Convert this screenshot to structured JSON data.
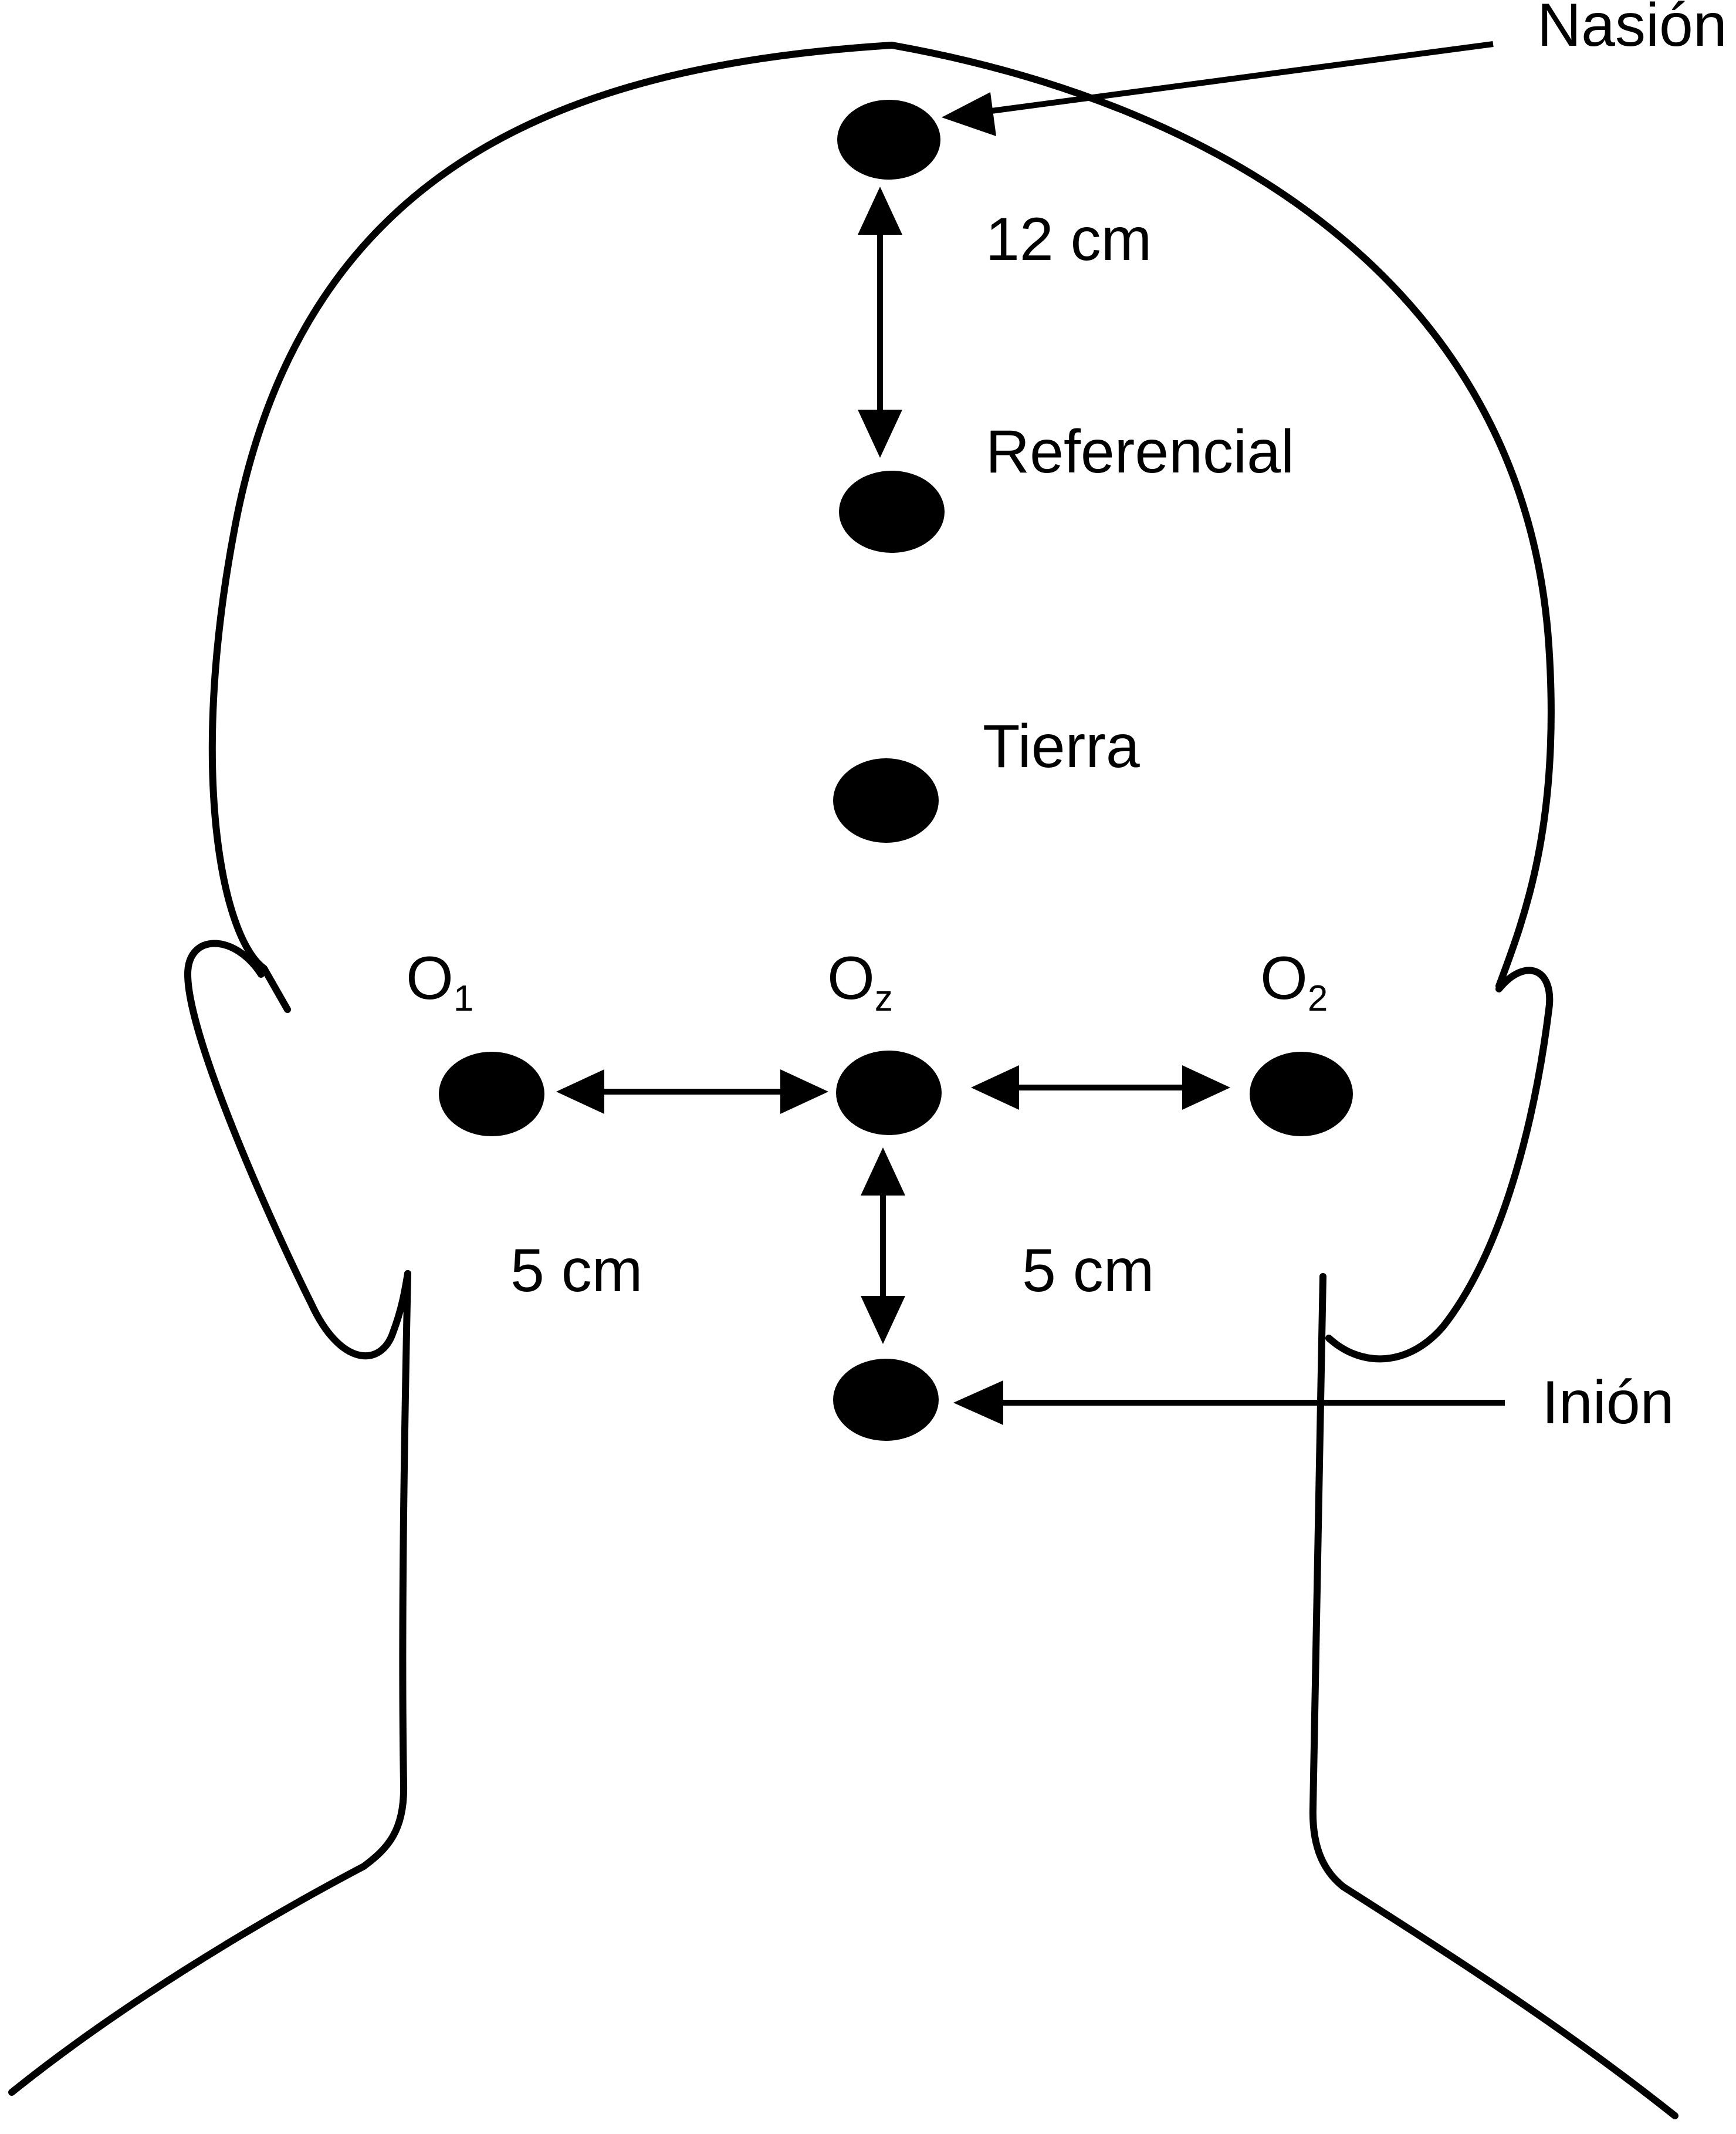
{
  "labels": {
    "nasion": "Nasión",
    "distance_top": "12 cm",
    "referencial": "Referencial",
    "tierra": "Tierra",
    "o1_letter": "O",
    "o1_sub": "1",
    "oz_letter": "O",
    "oz_sub": "z",
    "o2_letter": "O",
    "o2_sub": "2",
    "distance_left": "5 cm",
    "distance_right": "5 cm",
    "inion": "Inión"
  },
  "colors": {
    "stroke": "#000000",
    "background": "#ffffff"
  }
}
